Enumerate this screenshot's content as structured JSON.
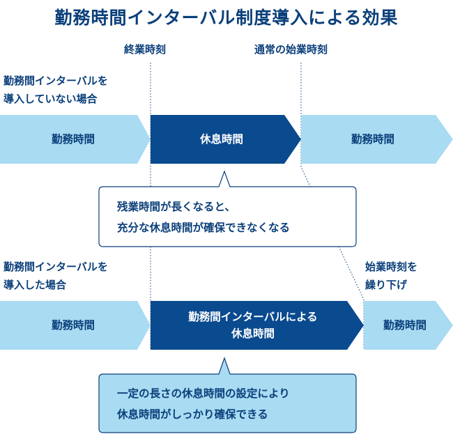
{
  "title": "勤務時間インターバル制度導入による効果",
  "markers": {
    "end_time": "終業時刻",
    "normal_start": "通常の始業時刻"
  },
  "case_without": {
    "label": [
      "勤務間インターバルを",
      "導入していない場合"
    ],
    "boxes": {
      "work1": "勤務時間",
      "rest": "休息時間",
      "work2": "勤務時間"
    },
    "callout": [
      "残業時間が長くなると、",
      "充分な休息時間が確保できなくなる"
    ]
  },
  "case_with": {
    "label": [
      "勤務間インターバルを",
      "導入した場合"
    ],
    "shift_label": [
      "始業時刻を",
      "繰り下げ"
    ],
    "boxes": {
      "work1": "勤務時間",
      "rest": [
        "勤務間インターバルによる",
        "休息時間"
      ],
      "work2": "勤務時間"
    },
    "callout": [
      "一定の長さの休息時間の設定により",
      "休息時間がしっかり確保できる"
    ]
  },
  "colors": {
    "light_box": "#a9dbf2",
    "dark_box": "#0a4a8f",
    "text_navy": "#0a3f7a",
    "callout_fill": "#a9dbf2",
    "border": "#0a3f7a"
  }
}
